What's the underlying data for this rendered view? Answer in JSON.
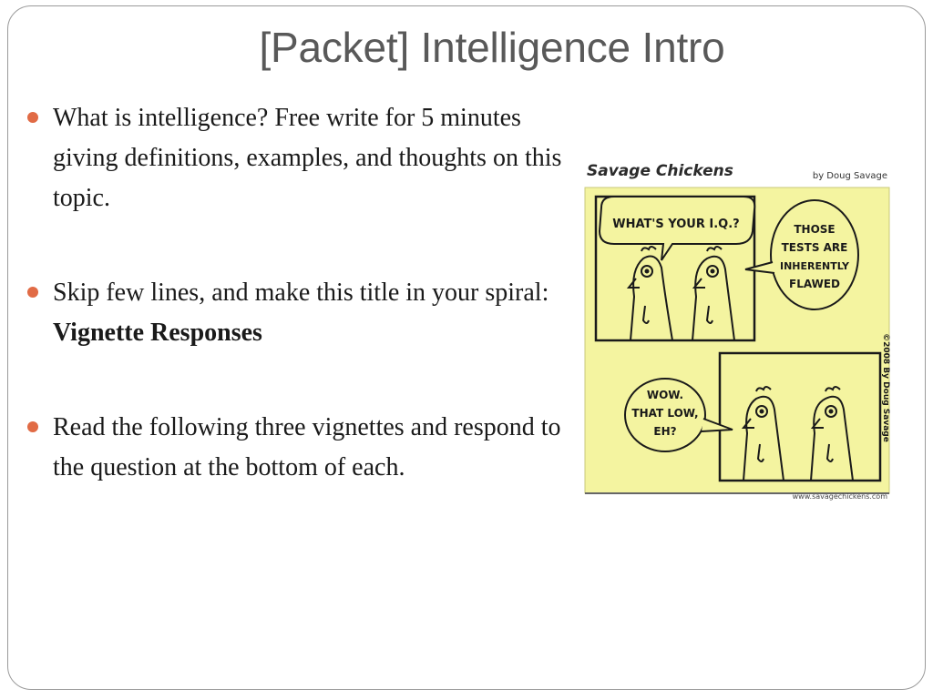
{
  "slide": {
    "title": "[Packet] Intelligence Intro",
    "bullets": [
      {
        "text": "What is intelligence?  Free write for 5 minutes giving definitions, examples, and thoughts on this topic."
      },
      {
        "text": "Skip few lines, and make this title in your spiral:  ",
        "bold_text": "Vignette Responses"
      },
      {
        "text": "Read the following three vignettes and respond to the question at the bottom of each."
      }
    ],
    "accent_color": "#e16b45"
  },
  "comic": {
    "title": "Savage Chickens",
    "byline": "by Doug Savage",
    "url": "www.savagechickens.com",
    "signature": "©2008 By Doug Savage",
    "panel1": {
      "left_speech": "WHAT'S YOUR I.Q.?",
      "right_speech": [
        "THOSE",
        "TESTS ARE",
        "INHERENTLY",
        "FLAWED"
      ]
    },
    "panel2": {
      "speech": [
        "WOW.",
        "THAT LOW,",
        "EH?"
      ]
    },
    "paper_color": "#f4f4a0"
  }
}
